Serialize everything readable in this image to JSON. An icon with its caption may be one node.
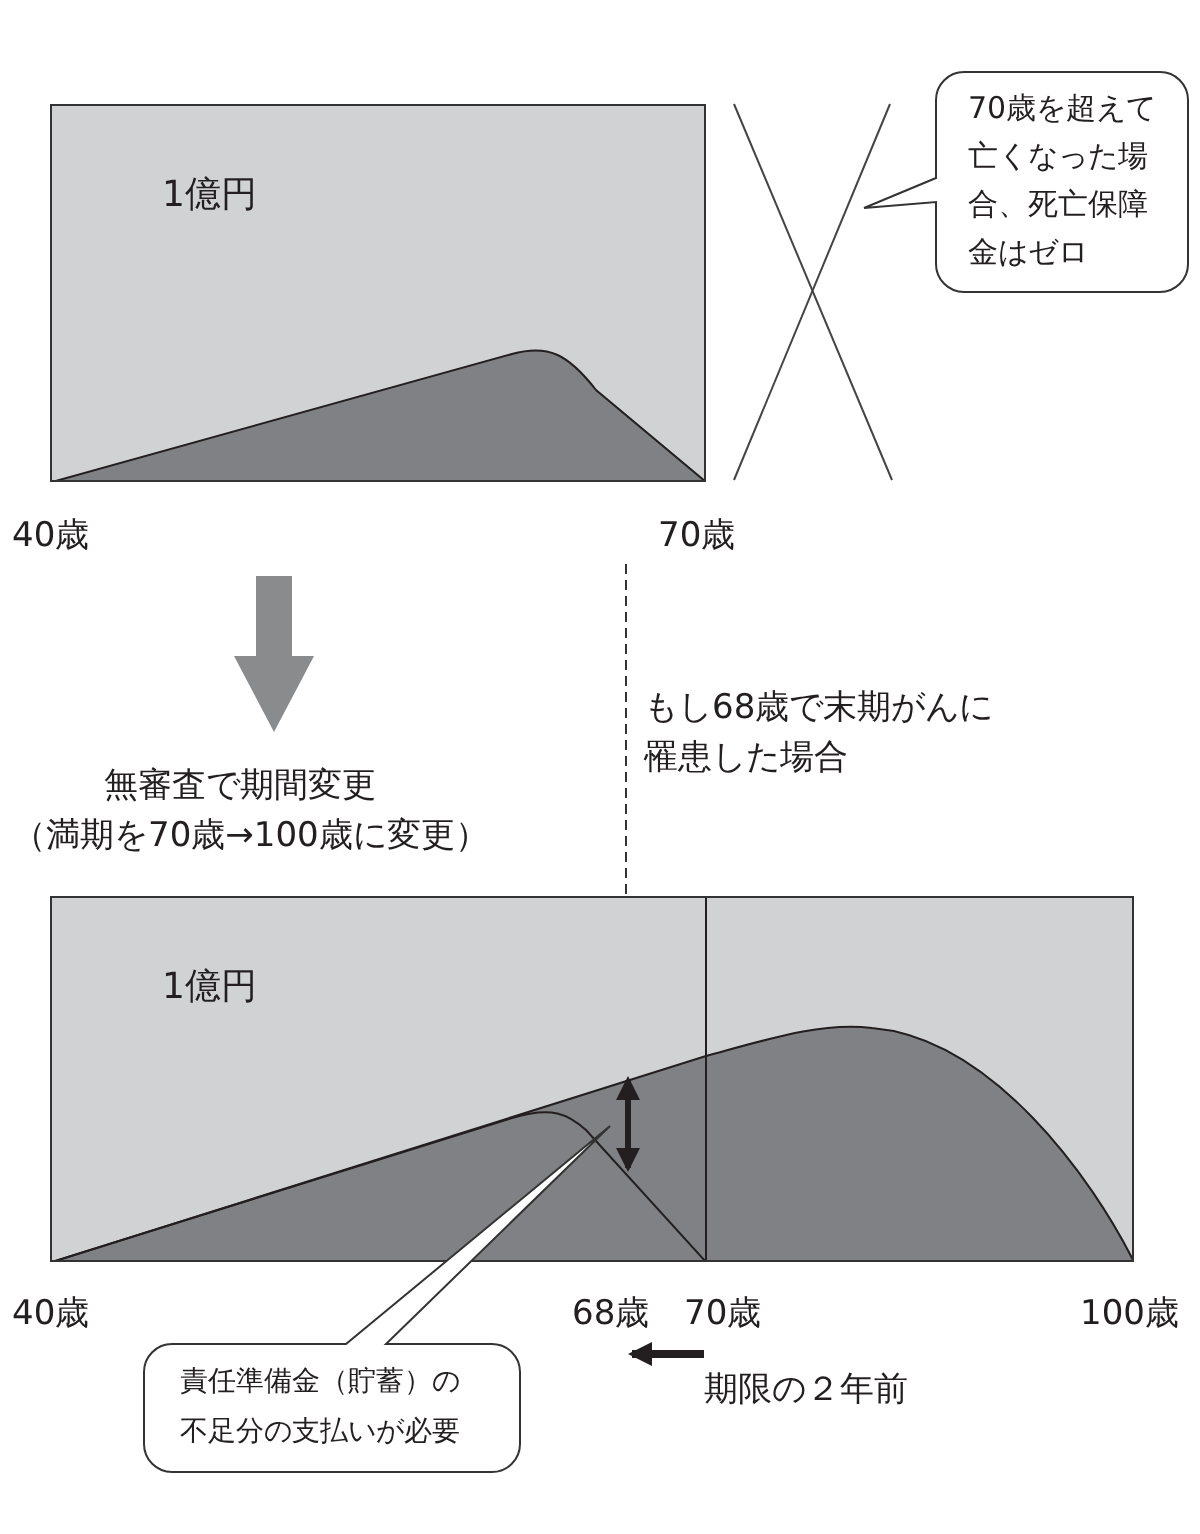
{
  "diagram": {
    "nodes": [
      {
        "text": [
          "1億円"
        ]
      },
      {
        "text": [
          "70歳を超えて亡くなった場合、死亡保障金はゼロ"
        ]
      },
      {
        "text": [
          "1億円"
        ]
      },
      {
        "text": [
          "責任準備金（貯蓄）の不足分の支払いが必要"
        ]
      }
    ],
    "labels": [
      "40歳",
      "70歳",
      "無審査で期間変更",
      "（満期を70歳→100歳に変更）",
      "もし68歳で末期がんに罹患した場合",
      "40歳",
      "68歳",
      "70歳",
      "100歳",
      "期限の２年前"
    ]
  }
}
